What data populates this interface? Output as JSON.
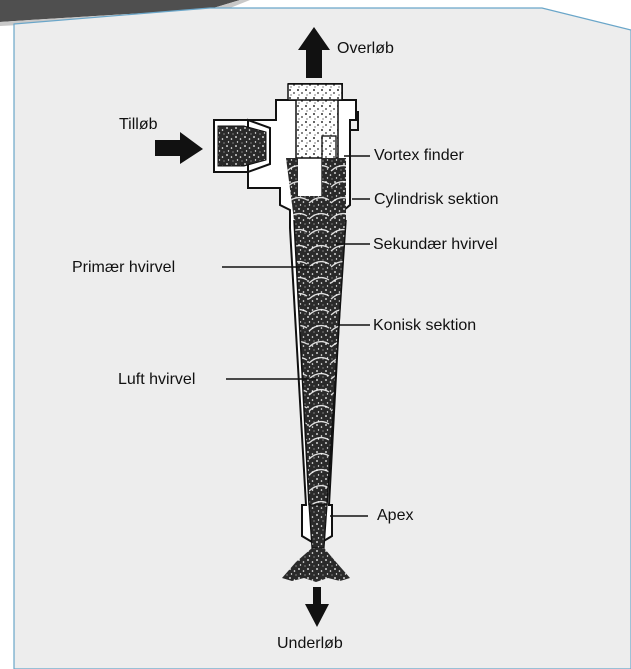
{
  "colors": {
    "panel_fill": "#ededed",
    "panel_border": "#6aa6c9",
    "ink": "#111111",
    "tab_dark": "#4f4f4f",
    "tab_light": "#c8c8c8"
  },
  "diagram": {
    "labels": {
      "overflow": "Overløb",
      "inflow": "Tilløb",
      "vortex_finder": "Vortex finder",
      "cylindrical_section": "Cylindrisk sektion",
      "secondary_vortex": "Sekundær hvirvel",
      "primary_vortex": "Primær hvirvel",
      "conical_section": "Konisk sektion",
      "air_vortex": "Luft hvirvel",
      "apex": "Apex",
      "underflow": "Underløb"
    }
  }
}
